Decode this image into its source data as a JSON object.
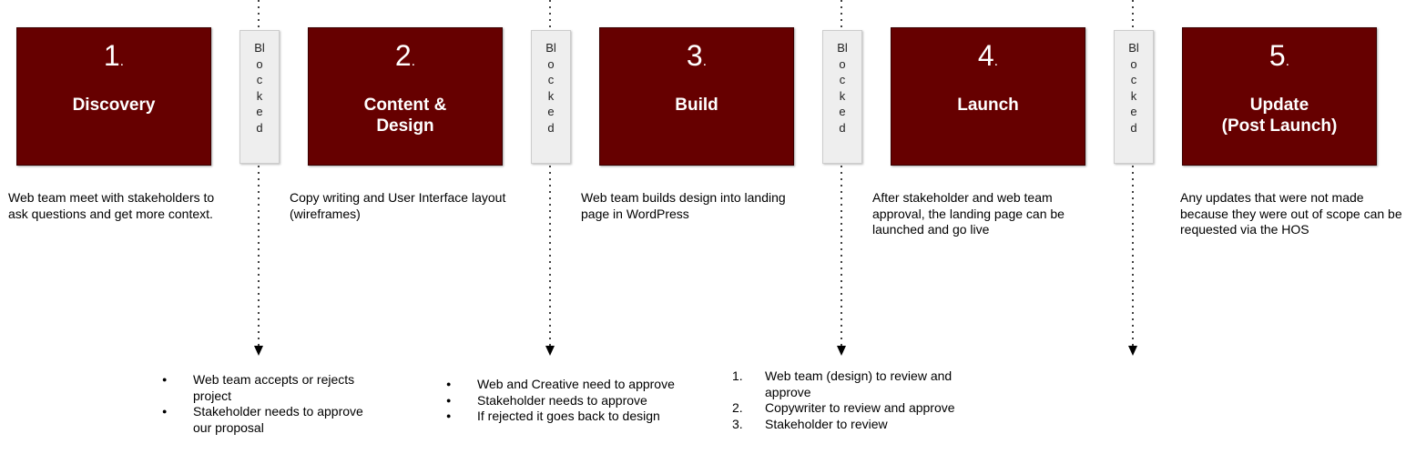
{
  "stages": [
    {
      "number": "1",
      "dot": ".",
      "title": "Discovery",
      "description": "Web team meet with stakeholders to ask questions and get more context."
    },
    {
      "number": "2",
      "dot": ".",
      "title": "Content &\nDesign",
      "description": "Copy writing and User Interface layout (wireframes)"
    },
    {
      "number": "3",
      "dot": ".",
      "title": "Build",
      "description": "Web team builds design into landing page in WordPress"
    },
    {
      "number": "4",
      "dot": ".",
      "title": "Launch",
      "description": "After stakeholder and web team approval, the landing page can be launched and go live"
    },
    {
      "number": "5",
      "dot": ".",
      "title": "Update\n(Post Launch)",
      "description": "Any updates that were not made because they were out of scope can be requested via the HOS"
    }
  ],
  "blocked_label": "Blocked",
  "notes": {
    "gate1": [
      "Web team accepts or rejects project",
      "Stakeholder needs to approve our proposal"
    ],
    "gate2": [
      "Web and Creative need to approve",
      "Stakeholder needs to approve",
      "If rejected it goes back to design"
    ],
    "gate3": [
      {
        "n": "1.",
        "text": "Web team (design) to review and approve"
      },
      {
        "n": "2.",
        "text": "Copywriter to review and approve"
      },
      {
        "n": "3.",
        "text": "Stakeholder to review"
      }
    ]
  },
  "colors": {
    "stage_fill": "#660000",
    "stage_text": "#ffffff",
    "blocked_fill": "#eeeeee"
  }
}
